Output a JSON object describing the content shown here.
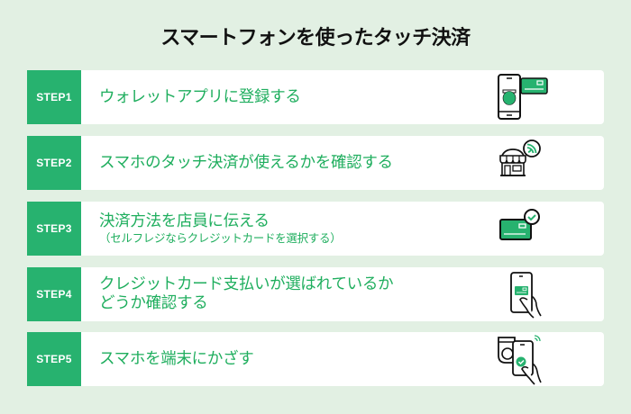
{
  "title": "スマートフォンを使ったタッチ決済",
  "colors": {
    "background": "#e2f0e3",
    "accent": "#27b26f",
    "text_green": "#1fae5e",
    "card": "#ffffff",
    "title": "#111111"
  },
  "steps": [
    {
      "label": "STEP1",
      "lines": [
        "ウォレットアプリに登録する"
      ],
      "sub": "",
      "icon": "phone-wallet-card-icon"
    },
    {
      "label": "STEP2",
      "lines": [
        "スマホのタッチ決済が使えるかを確認する"
      ],
      "sub": "",
      "icon": "store-contactless-icon"
    },
    {
      "label": "STEP3",
      "lines": [
        "決済方法を店員に伝える"
      ],
      "sub": "（セルフレジならクレジットカードを選択する）",
      "icon": "card-check-icon"
    },
    {
      "label": "STEP4",
      "lines": [
        "クレジットカード支払いが選ばれているか",
        "どうか確認する"
      ],
      "sub": "",
      "icon": "hand-phone-card-icon"
    },
    {
      "label": "STEP5",
      "lines": [
        "スマホを端末にかざす"
      ],
      "sub": "",
      "icon": "phone-tap-terminal-icon"
    }
  ]
}
